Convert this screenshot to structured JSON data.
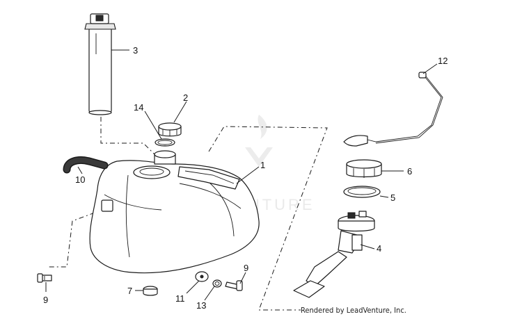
{
  "watermark": "LEADVENTURE",
  "credit": "Rendered by LeadVenture, Inc.",
  "callouts": [
    {
      "id": "1",
      "label": "1"
    },
    {
      "id": "2",
      "label": "2"
    },
    {
      "id": "3",
      "label": "3"
    },
    {
      "id": "4",
      "label": "4"
    },
    {
      "id": "5",
      "label": "5"
    },
    {
      "id": "6",
      "label": "6"
    },
    {
      "id": "7",
      "label": "7"
    },
    {
      "id": "9a",
      "label": "9"
    },
    {
      "id": "9b",
      "label": "9"
    },
    {
      "id": "10",
      "label": "10"
    },
    {
      "id": "11",
      "label": "11"
    },
    {
      "id": "12",
      "label": "12"
    },
    {
      "id": "13",
      "label": "13"
    },
    {
      "id": "14",
      "label": "14"
    }
  ]
}
